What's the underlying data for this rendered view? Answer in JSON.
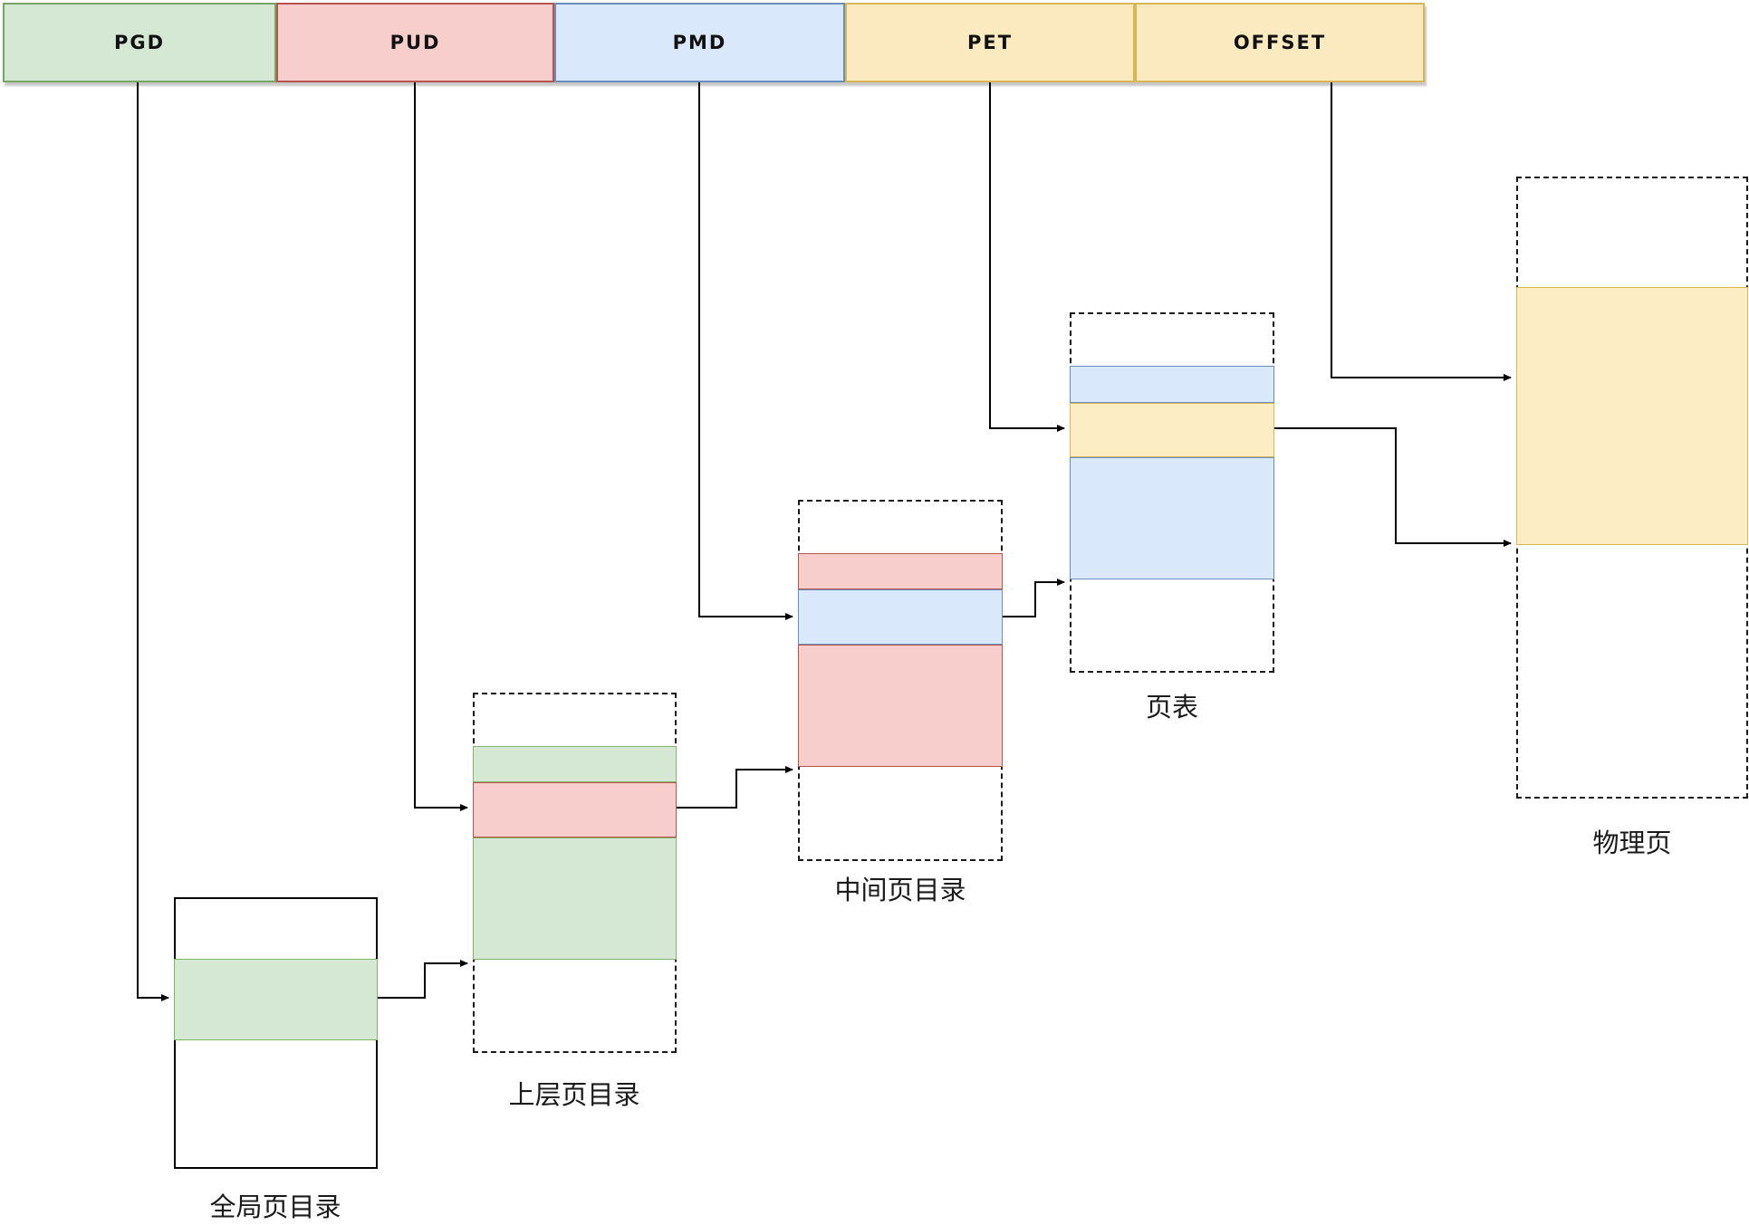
{
  "header": {
    "segments": [
      {
        "id": "pgd",
        "label": "PGD",
        "color_name": "green",
        "fill": "#d5e8d4",
        "stroke": "#74a667"
      },
      {
        "id": "pud",
        "label": "PUD",
        "color_name": "red",
        "fill": "#f8cecc",
        "stroke": "#b85450"
      },
      {
        "id": "pmd",
        "label": "PMD",
        "color_name": "blue",
        "fill": "#dae8fc",
        "stroke": "#6c8ebf"
      },
      {
        "id": "pet",
        "label": "PET",
        "color_name": "yellow",
        "fill": "#fbeac0",
        "stroke": "#d6b656"
      },
      {
        "id": "offset",
        "label": "OFFSET",
        "color_name": "yellow",
        "fill": "#fbeac0",
        "stroke": "#d6b656"
      }
    ]
  },
  "tables": [
    {
      "id": "global-page-directory",
      "label": "全局页目录",
      "border": "solid",
      "rows": [
        "white",
        "green",
        "white"
      ]
    },
    {
      "id": "upper-page-directory",
      "label": "上层页目录",
      "border": "dashed",
      "rows": [
        "white",
        "green",
        "red",
        "green",
        "white"
      ]
    },
    {
      "id": "middle-page-directory",
      "label": "中间页目录",
      "border": "dashed",
      "rows": [
        "white",
        "red",
        "blue",
        "red",
        "white"
      ]
    },
    {
      "id": "page-table",
      "label": "页表",
      "border": "dashed",
      "rows": [
        "white",
        "blue",
        "yellow",
        "blue",
        "white"
      ]
    },
    {
      "id": "physical-page",
      "label": "物理页",
      "border": "dashed",
      "rows": [
        "white",
        "yellow",
        "white"
      ]
    }
  ],
  "palette": {
    "green_fill": "#d5e8d4",
    "green_stroke": "#82b366",
    "red_fill": "#f8cecc",
    "red_stroke": "#b85450",
    "blue_fill": "#dae8fc",
    "blue_stroke": "#6c8ebf",
    "yellow_fill": "#fcedc5",
    "yellow_stroke": "#d6b656",
    "connector": "#000000"
  }
}
